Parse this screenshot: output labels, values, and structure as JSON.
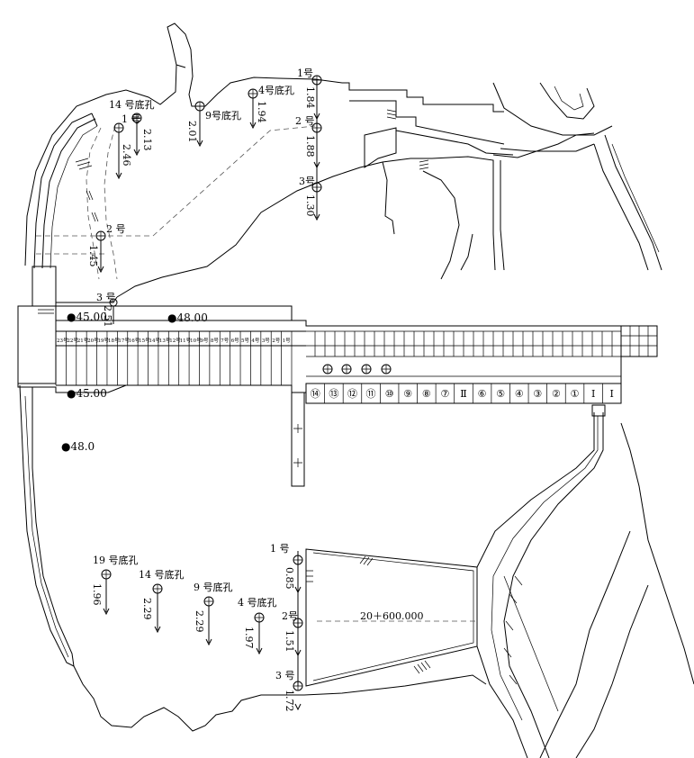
{
  "elevations": {
    "top_left": "●45.00",
    "top_mid": "●48.00",
    "lower_left": "●45.00",
    "bottom_left": "●48.0"
  },
  "chainage": "20＋600.000",
  "north_points": [
    {
      "id": "n14",
      "label": "14 号底孔",
      "value": ""
    },
    {
      "id": "n1a",
      "label": "1 号",
      "value": "2.13"
    },
    {
      "id": "n1b",
      "label": "",
      "value": "2.46"
    },
    {
      "id": "n9",
      "label": "9号底孔",
      "value": "2.01"
    },
    {
      "id": "n4",
      "label": "4号底孔",
      "value": "1.94"
    },
    {
      "id": "n1c",
      "label": "1号",
      "value": "1.84"
    },
    {
      "id": "n2c",
      "label": "2 号",
      "value": "1.88"
    },
    {
      "id": "n3c",
      "label": "3号",
      "value": "1.30"
    },
    {
      "id": "n2l",
      "label": "2 号",
      "value": "1.45"
    },
    {
      "id": "n3l",
      "label": "3 号",
      "value": "2.51"
    }
  ],
  "south_points": [
    {
      "id": "s19",
      "label": "19 号底孔",
      "value": "1.96"
    },
    {
      "id": "s14",
      "label": "14 号底孔",
      "value": "2.29"
    },
    {
      "id": "s9",
      "label": "9 号底孔",
      "value": "2.29"
    },
    {
      "id": "s4",
      "label": "4 号底孔",
      "value": "1.97"
    },
    {
      "id": "s1",
      "label": "1 号",
      "value": "0.85"
    },
    {
      "id": "s2",
      "label": "2号",
      "value": "1.51"
    },
    {
      "id": "s3",
      "label": "3 号",
      "value": "1.72"
    }
  ],
  "block_labels": [
    "23号",
    "22号",
    "21号",
    "20号",
    "19号",
    "18号",
    "17号",
    "16号",
    "15号",
    "14号",
    "13号",
    "12号",
    "11号",
    "10号",
    "9号",
    "8号",
    "7号",
    "6号",
    "5号",
    "4号",
    "3号",
    "2号",
    "1号"
  ],
  "gate_numbers": [
    "⑭",
    "⑬",
    "⑫",
    "⑪",
    "⑩",
    "⑨",
    "⑧",
    "⑦",
    "Ⅱ",
    "⑥",
    "⑤",
    "④",
    "③",
    "②",
    "①",
    "Ⅰ",
    "Ⅰ"
  ]
}
